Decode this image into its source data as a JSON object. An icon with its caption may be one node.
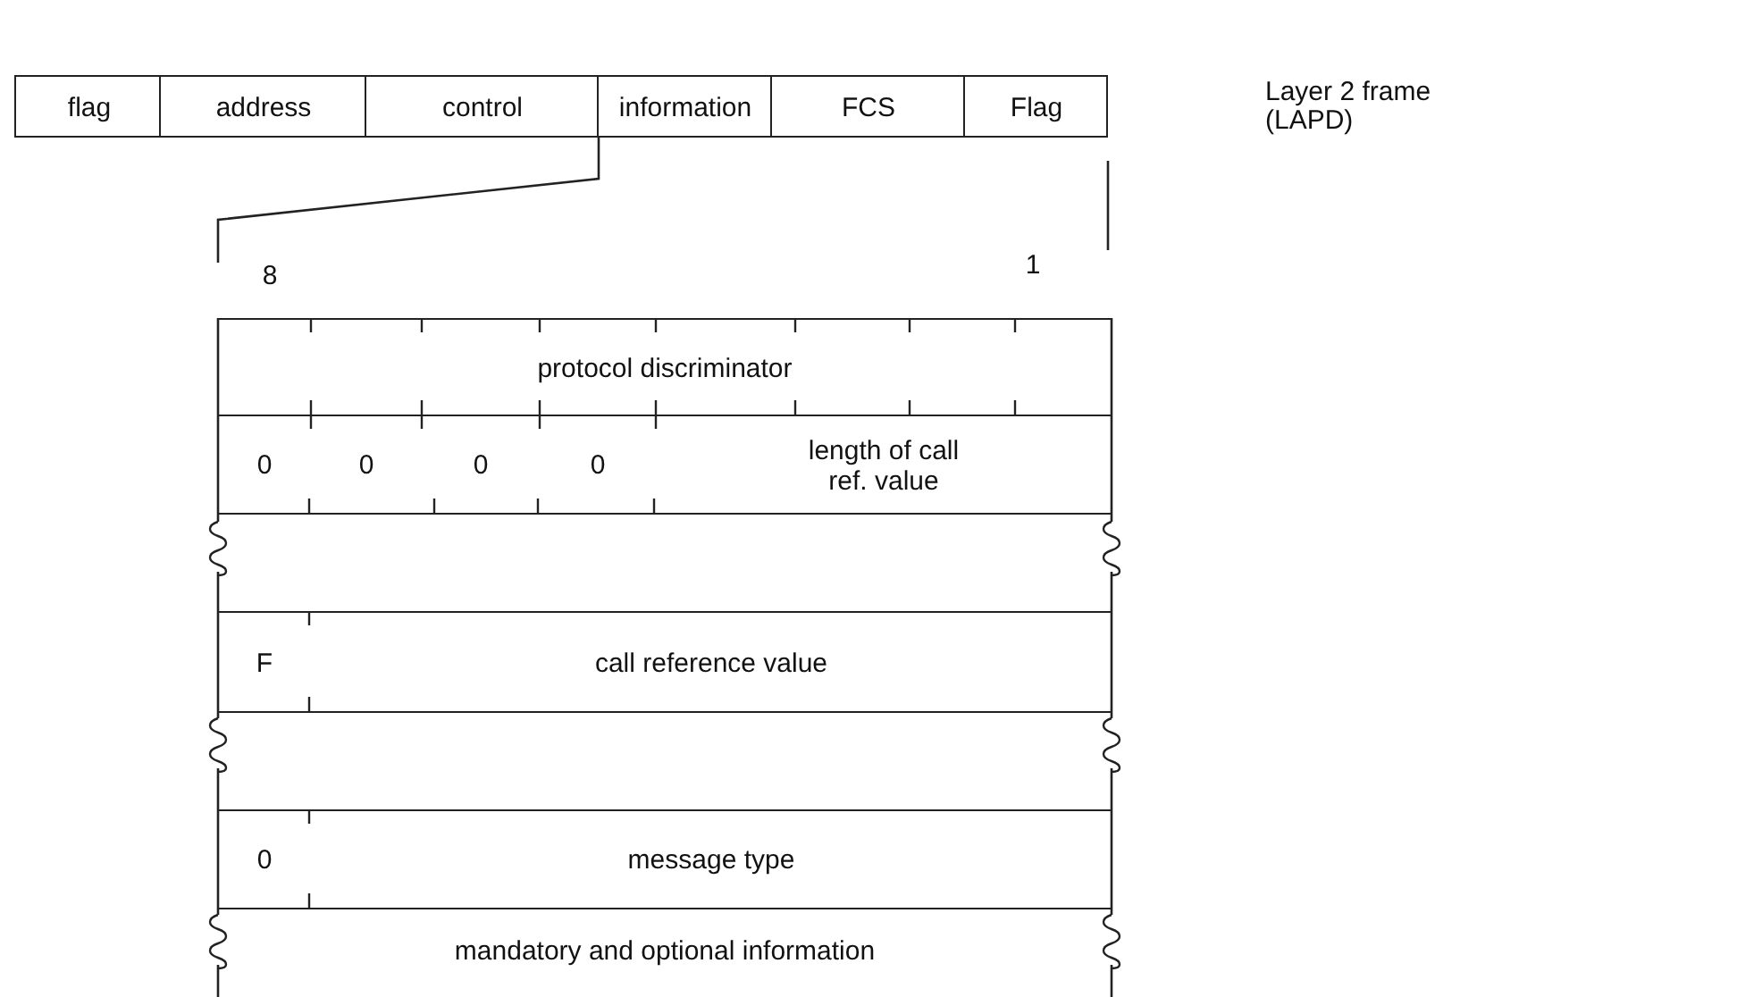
{
  "diagram": {
    "nodes": [
      {
        "text": [
          "flag"
        ]
      },
      {
        "text": [
          "address"
        ]
      },
      {
        "text": [
          "control"
        ]
      },
      {
        "text": [
          "information"
        ]
      },
      {
        "text": [
          "FCS"
        ]
      },
      {
        "text": [
          "Flag"
        ]
      },
      {
        "text": [
          "8",
          "1"
        ]
      },
      {
        "text": [
          "protocol discriminator"
        ]
      },
      {
        "text": [
          "0",
          "0",
          "0",
          "0",
          "length of call ref. value"
        ]
      },
      {
        "text": [],
        "shape": "box"
      },
      {
        "text": [
          "F",
          "call reference value"
        ]
      },
      {
        "text": [],
        "shape": "box"
      },
      {
        "text": [
          "0",
          "message type"
        ]
      },
      {
        "text": [
          "mandatory and optional information"
        ]
      }
    ],
    "edges": [
      {
        "from": 3,
        "to": 6,
        "arrow": "none"
      }
    ],
    "labels": [
      "Layer 2 frame (LAPD)"
    ]
  }
}
